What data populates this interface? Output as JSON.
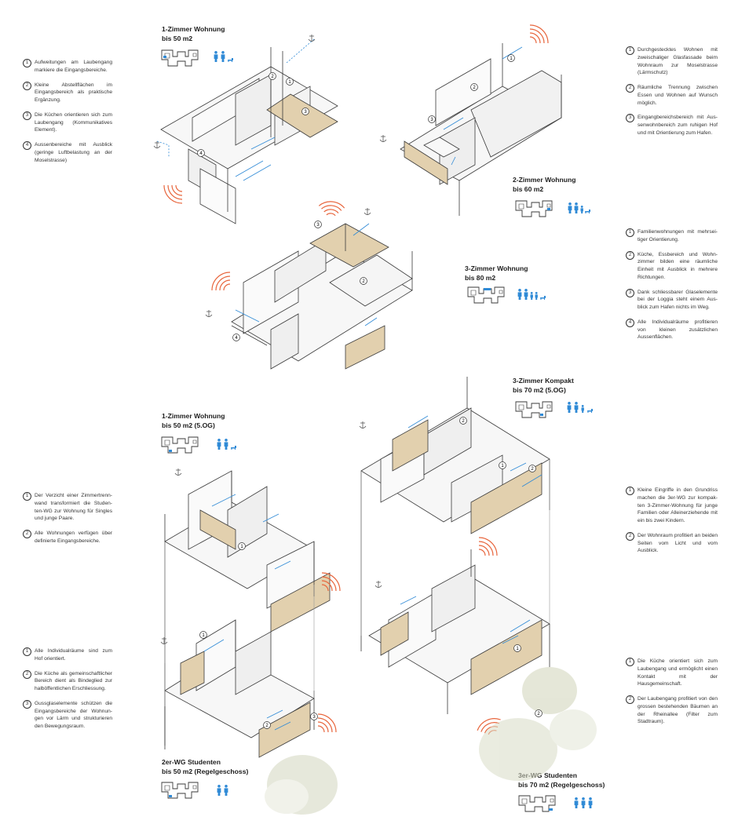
{
  "colors": {
    "accent_blue": "#2f8ad6",
    "wood": "#e2d0ae",
    "noise_red": "#e8653c",
    "line": "#3b3b3b"
  },
  "notes": {
    "n1": [
      "Aufweitungen am Laubengang markiere die Eingangsbereiche.",
      "Kleine Abstellflächen im Eingangs­bereich als praktische Ergänzung.",
      "Die Küchen orientieren sich zum Laubengang (Kommunikatives Element).",
      "Aussenbereiche mit Ausblick (geringe Luftbelastung an der Moselstrasse)"
    ],
    "n2": [
      "Durchgestecktes Wohnen mit zweischaliger Glasfassade beim Wohnraum zur Moselstrasse (Lärmschutz)",
      "Räumliche Trennung zwischen Essen und Wohnen auf Wunsch möglich.",
      "Eingangbereichsbereich mit Aus­senwohnbereich zum ruhigen Hof und mit Orientierung zum Hafen."
    ],
    "n3": [
      "Familienwohnungen mit mehrsei­tiger Orientierung.",
      "Küche, Essbereich und Wohn­zimmer bilden eine räumliche Einheit mit Ausblick in mehrere Richtungen.",
      "Dank schliessbarer Glaselemente bei der Loggia steht einem Aus­blick zum Hafen nichts im Weg.",
      "Alle Individualräume profitie­ren von kleinen zusätzlichen Aussenflächen."
    ],
    "n4": [
      "Der Verzicht einer Zimmertrenn­wand transformiert die Studen­ten-WG zur Wohnung für Singles und junge Paare.",
      "Alle Wohnungen verfügen über definierte Eingangsbereiche."
    ],
    "n5": [
      "Kleine Eingriffe in den Grundriss machen die 3er-WG zur kompak­ten 3-Zimmer-Wohnung für junge Familien oder Alleinerziehende mit ein bis zwei Kindern.",
      "Der Wohnraum profitiert an bei­den Seiten vom Licht und vom Ausblick."
    ],
    "n6": [
      "Alle Individualräume sind zum Hof orientiert.",
      "Die Küche als gemeinschaftlicher Bereich dient als Bindeglied zur halböffentlichen Erschliessung.",
      "Gussglaselemente schützen die Eingangsbereiche der Wohnun­gen vor Lärm und strukturieren den Bewegungsraum."
    ],
    "n7": [
      "Die Küche orientiert sich zum Laubengang und ermög­licht einen Kontakt mit der Hausgemeinschaft.",
      "Der Laubengang profitiert von den grossen bestehenden Bäu­men an der Rheinallee (Filter zum Stadtraum)."
    ]
  },
  "units": [
    {
      "l1": "1-Zimmer Wohnung",
      "l2": "bis 50 m2",
      "people": "2 adults + dog"
    },
    {
      "l1": "2-Zimmer Wohnung",
      "l2": "bis 60 m2",
      "people": "2 adults + child + dog"
    },
    {
      "l1": "3-Zimmer Wohnung",
      "l2": "bis 80 m2",
      "people": "2 adults + 2 children + dog"
    },
    {
      "l1": "3-Zimmer Kompakt",
      "l2": "bis 70 m2 (5.OG)",
      "people": "2 adults + child + dog"
    },
    {
      "l1": "1-Zimmer Wohnung",
      "l2": "bis 50 m2 (5.OG)",
      "people": "2 adults + dog"
    },
    {
      "l1": "2er-WG Studenten",
      "l2": "bis 50 m2 (Regelgeschoss)",
      "people": "2 adults"
    },
    {
      "l1": "3er-WG Studenten",
      "l2": "bis 70 m2 (Regelgeschoss)",
      "people": "3 adults"
    }
  ],
  "markers": [
    "1",
    "2",
    "3",
    "4"
  ]
}
